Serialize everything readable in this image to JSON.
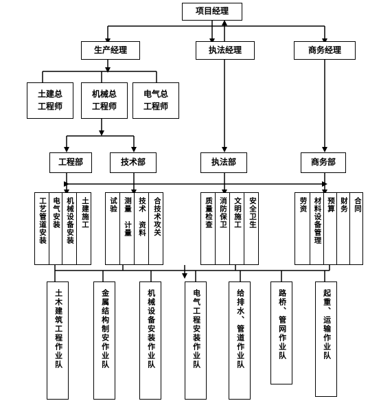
{
  "org": {
    "pm": "项目经理",
    "production_manager": "生产经理",
    "execution_manager": "执法经理",
    "commercial_manager": "商务经理",
    "civil_chief": "土建总\n工程师",
    "mech_chief": "机械总\n工程师",
    "elec_chief": "电气总\n工程师",
    "engineering_dept": "工程部",
    "technical_dept": "技术部",
    "execution_dept": "执法部",
    "commercial_dept": "商务部",
    "engineering_duties": [
      "工艺管道安装",
      "电气安装",
      "机械设备安装",
      "土建施工"
    ],
    "technical_duties": [
      "试验",
      "测量 计量",
      "技术 资料",
      "合技术攻关"
    ],
    "execution_duties": [
      "质量检查",
      "消防保卫",
      "文明施工",
      "安全卫生"
    ],
    "commercial_duties": [
      "劳资",
      "材料设备管理",
      "预算",
      "财务",
      "合同"
    ],
    "teams": [
      "土木建筑工程作业队",
      "金属结构制安作业队",
      "机械设备安装作业队",
      "电气工程安装作业队",
      "给排水、管道作业队",
      "路桥、管网作业队",
      "起重、运输作业队"
    ]
  }
}
